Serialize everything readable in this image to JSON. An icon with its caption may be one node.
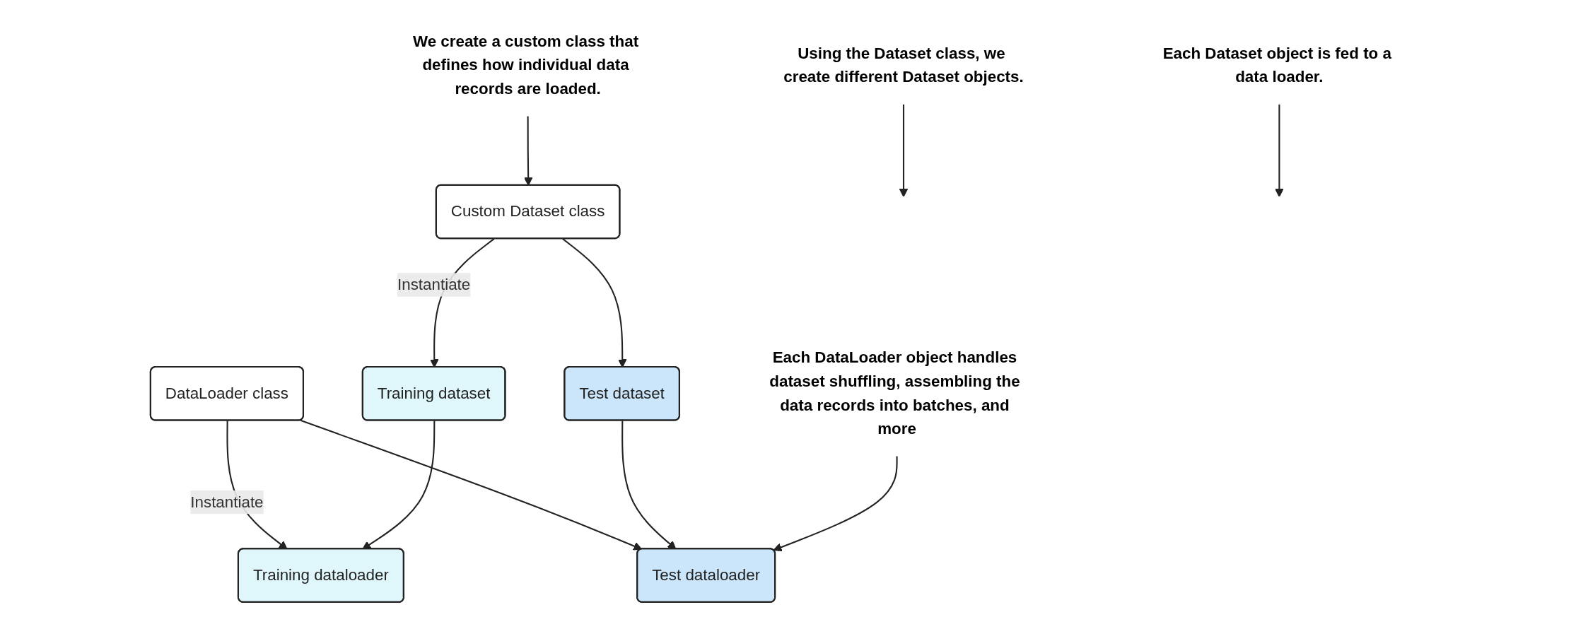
{
  "diagram": {
    "nodes": [
      {
        "text": [
          "Custom Dataset class"
        ]
      },
      {
        "text": [
          "DataLoader class"
        ]
      },
      {
        "text": [
          "Training dataset"
        ]
      },
      {
        "text": [
          "Training dataloader"
        ]
      },
      {
        "text": [
          "Test dataset"
        ]
      },
      {
        "text": [
          "Test dataloader"
        ]
      },
      {
        "text": [
          "We create a custom class that defines how individual data records are loaded."
        ]
      },
      {
        "text": [
          "Using the Dataset class, we create different Dataset objects."
        ]
      },
      {
        "text": [
          "Each Dataset object is fed to a data loader."
        ]
      },
      {
        "text": [
          "Each DataLoader object handles dataset shuffling, assembling the data records into batches, and more"
        ]
      }
    ],
    "edges": [
      {
        "from": 0,
        "to": 2,
        "arrow": "to",
        "label": "Instantiate"
      },
      {
        "from": 0,
        "to": 4,
        "arrow": "to"
      },
      {
        "from": 1,
        "to": 3,
        "arrow": "to",
        "label": "Instantiate"
      },
      {
        "from": 1,
        "to": 5,
        "arrow": "to"
      },
      {
        "from": 2,
        "to": 3,
        "arrow": "to"
      },
      {
        "from": 4,
        "to": 5,
        "arrow": "to"
      },
      {
        "from": 6,
        "to": 0,
        "arrow": "to"
      },
      {
        "from": 7,
        "to": null,
        "arrow": "to"
      },
      {
        "from": 8,
        "to": null,
        "arrow": "to"
      },
      {
        "from": 9,
        "to": 5,
        "arrow": "to"
      }
    ]
  }
}
